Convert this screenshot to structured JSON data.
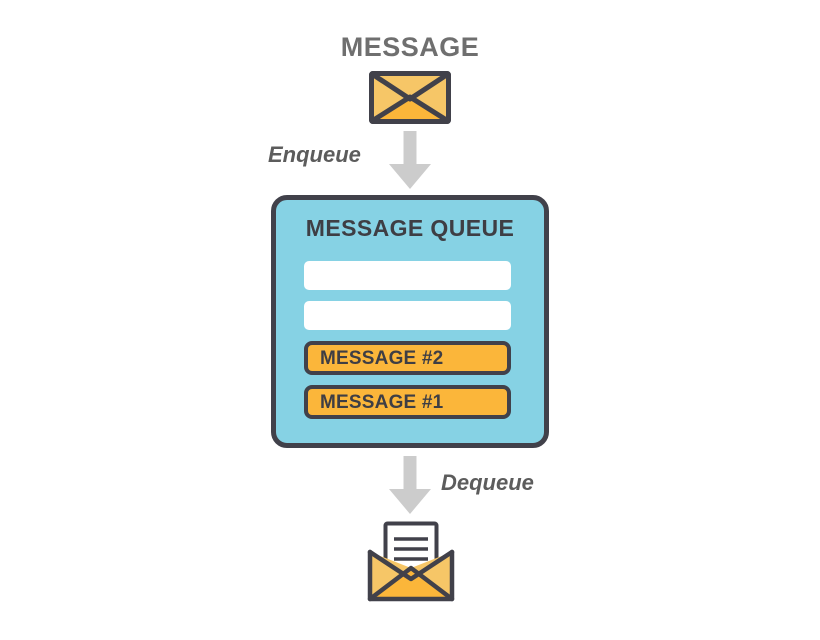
{
  "diagram": {
    "title": "MESSAGE",
    "background_color": "#ffffff"
  },
  "top": {
    "label": "MESSAGE",
    "envelope_icon": "envelope-closed-icon"
  },
  "flow": {
    "enqueue_label": "Enqueue",
    "dequeue_label": "Dequeue",
    "arrow_down_icon": "arrow-down-icon",
    "arrow_color": "#cccccc"
  },
  "queue": {
    "title": "MESSAGE QUEUE",
    "box_color": "#86d2e4",
    "border_color": "#41414a",
    "slots": [
      {
        "label": "",
        "state": "empty",
        "fill": "#ffffff"
      },
      {
        "label": "",
        "state": "empty",
        "fill": "#ffffff"
      },
      {
        "label": "MESSAGE #2",
        "state": "filled",
        "fill": "#fbb63a"
      },
      {
        "label": "MESSAGE #1",
        "state": "filled",
        "fill": "#fbb63a"
      }
    ]
  },
  "bottom": {
    "envelope_icon": "envelope-open-icon",
    "letter_line_count": 3
  },
  "colors": {
    "title_gray": "#6f6f6f",
    "label_gray": "#5c5c5c",
    "charcoal": "#3e3e44",
    "outline": "#41414a",
    "blue": "#86d2e4",
    "orange": "#fbb63a",
    "orange_light": "#f6c667",
    "white": "#ffffff"
  }
}
